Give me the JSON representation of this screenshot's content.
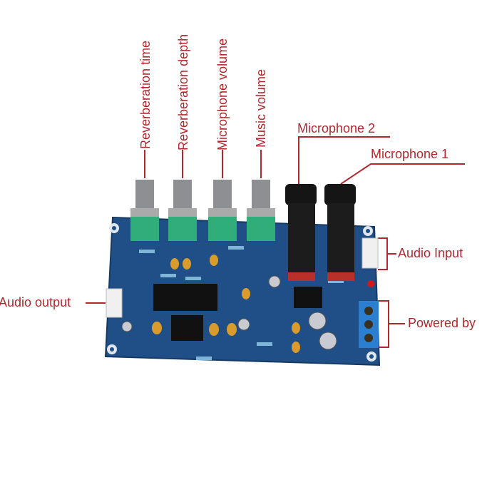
{
  "labels": {
    "reverberation_time": "Reverberation time",
    "reverberation_depth": "Reverberation depth",
    "microphone_volume": "Microphone volume",
    "music_volume": "Music volume",
    "microphone_2": "Microphone 2",
    "microphone_1": "Microphone 1",
    "audio_input": "Audio Input",
    "audio_output": "Audio output",
    "powered_by": "Powered by"
  },
  "colors": {
    "label": "#b3282d",
    "board": "#1f4f86",
    "knob": "#2fae7a"
  }
}
